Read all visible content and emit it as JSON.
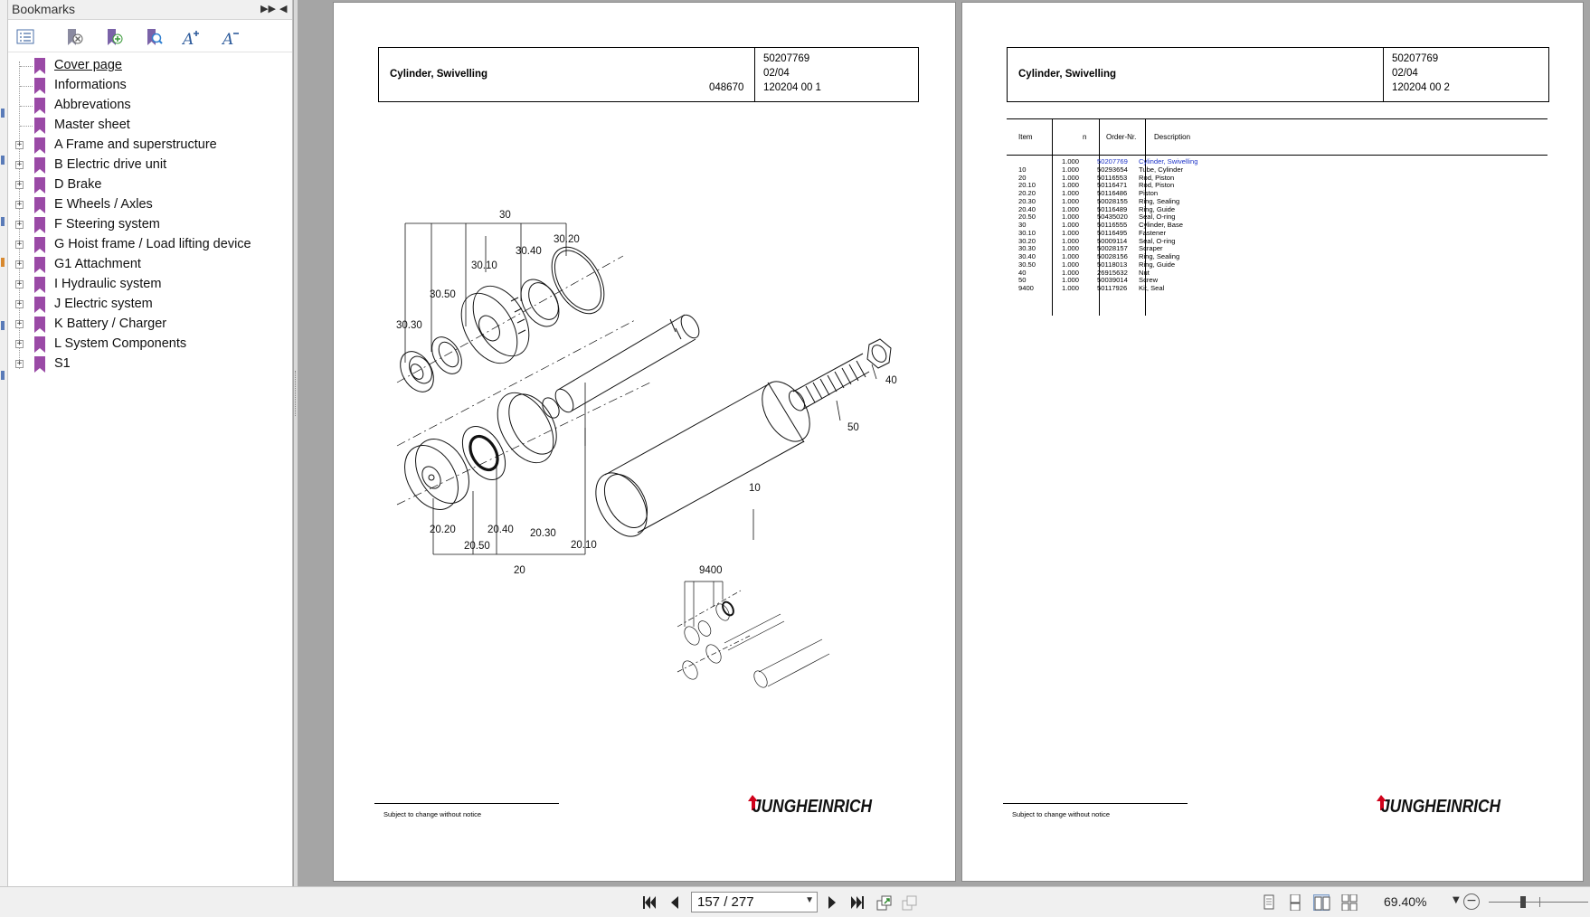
{
  "bookmarks_panel": {
    "title": "Bookmarks",
    "items": [
      {
        "label": "Cover page",
        "expandable": false,
        "selected": true
      },
      {
        "label": "Informations",
        "expandable": false
      },
      {
        "label": "Abbrevations",
        "expandable": false
      },
      {
        "label": "Master sheet",
        "expandable": false
      },
      {
        "label": "A Frame and superstructure",
        "expandable": true
      },
      {
        "label": "B Electric drive unit",
        "expandable": true
      },
      {
        "label": "D Brake",
        "expandable": true
      },
      {
        "label": "E Wheels / Axles",
        "expandable": true
      },
      {
        "label": "F Steering system",
        "expandable": true
      },
      {
        "label": "G Hoist frame / Load lifting device",
        "expandable": true
      },
      {
        "label": "G1 Attachment",
        "expandable": true
      },
      {
        "label": "I Hydraulic system",
        "expandable": true
      },
      {
        "label": "J Electric system",
        "expandable": true
      },
      {
        "label": "K Battery / Charger",
        "expandable": true
      },
      {
        "label": "L System Components",
        "expandable": true
      },
      {
        "label": "S1",
        "expandable": true
      }
    ]
  },
  "left_page": {
    "title": "Cylinder, Swivelling",
    "drawing_no": "048670",
    "part_no": "50207769",
    "date": "02/04",
    "sheet": "120204 00 1",
    "footer_note": "Subject to change without notice",
    "callouts": {
      "c30": "30",
      "c3020": "30.20",
      "c3040": "30.40",
      "c3010": "30.10",
      "c3050": "30.50",
      "c3030": "30.30",
      "c40": "40",
      "c50": "50",
      "c10": "10",
      "c2020": "20.20",
      "c2040": "20.40",
      "c2050": "20.50",
      "c2030": "20.30",
      "c2010": "20.10",
      "c20": "20",
      "c9400": "9400"
    }
  },
  "right_page": {
    "title": "Cylinder, Swivelling",
    "part_no": "50207769",
    "date": "02/04",
    "sheet": "120204 00 2",
    "footer_note": "Subject to change without notice",
    "columns": {
      "item": "Item",
      "n": "n",
      "order": "Order-Nr.",
      "desc": "Description"
    },
    "rows": [
      {
        "item": "",
        "n": "1.000",
        "order": "50207769",
        "desc": "Cylinder, Swivelling",
        "link": true
      },
      {
        "item": "10",
        "n": "1.000",
        "order": "50293654",
        "desc": "Tube, Cylinder"
      },
      {
        "item": "20",
        "n": "1.000",
        "order": "50116553",
        "desc": "Rod, Piston"
      },
      {
        "item": "20.10",
        "n": "1.000",
        "order": "50116471",
        "desc": "Rod, Piston"
      },
      {
        "item": "20.20",
        "n": "1.000",
        "order": "50116486",
        "desc": "Piston"
      },
      {
        "item": "20.30",
        "n": "1.000",
        "order": "50028155",
        "desc": "Ring, Sealing"
      },
      {
        "item": "20.40",
        "n": "1.000",
        "order": "50116489",
        "desc": "Ring, Guide"
      },
      {
        "item": "20.50",
        "n": "1.000",
        "order": "50435020",
        "desc": "Seal, O-ring"
      },
      {
        "item": "30",
        "n": "1.000",
        "order": "50116555",
        "desc": "Cylinder, Base"
      },
      {
        "item": "30.10",
        "n": "1.000",
        "order": "50116495",
        "desc": "Fastener"
      },
      {
        "item": "30.20",
        "n": "1.000",
        "order": "50009114",
        "desc": "Seal, O-ring"
      },
      {
        "item": "30.30",
        "n": "1.000",
        "order": "50028157",
        "desc": "Scraper"
      },
      {
        "item": "30.40",
        "n": "1.000",
        "order": "50028156",
        "desc": "Ring, Sealing"
      },
      {
        "item": "30.50",
        "n": "1.000",
        "order": "50118013",
        "desc": "Ring, Guide"
      },
      {
        "item": "40",
        "n": "1.000",
        "order": "26915632",
        "desc": "Nut"
      },
      {
        "item": "50",
        "n": "1.000",
        "order": "50039014",
        "desc": "Screw"
      },
      {
        "item": "9400",
        "n": "1.000",
        "order": "50117926",
        "desc": "Kit, Seal"
      }
    ]
  },
  "bottom_toolbar": {
    "page_indicator": "157 / 277",
    "zoom": "69.40%",
    "zoom_level_pct": 32
  },
  "colors": {
    "bookmark_ribbon": "#9a4aa6",
    "link": "#1f35c8",
    "logo_red": "#d0021b"
  }
}
